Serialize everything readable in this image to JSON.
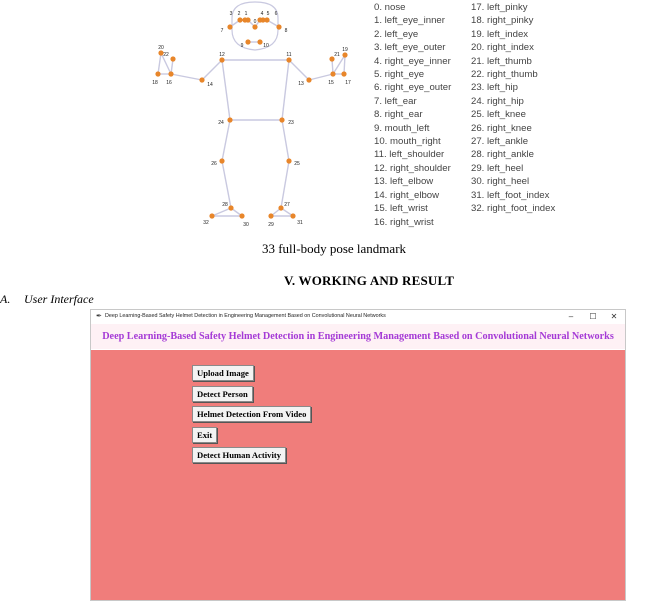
{
  "figure": {
    "landmark_column_1": [
      "0. nose",
      "1. left_eye_inner",
      "2. left_eye",
      "3. left_eye_outer",
      "4. right_eye_inner",
      "5. right_eye",
      "6. right_eye_outer",
      "7. left_ear",
      "8. right_ear",
      "9. mouth_left",
      "10. mouth_right",
      "11. left_shoulder",
      "12. right_shoulder",
      "13. left_elbow",
      "14. right_elbow",
      "15. left_wrist",
      "16. right_wrist"
    ],
    "landmark_column_2": [
      "17. left_pinky",
      "18. right_pinky",
      "19. left_index",
      "20. right_index",
      "21. left_thumb",
      "22. right_thumb",
      "23. left_hip",
      "24. right_hip",
      "25. left_knee",
      "26. right_knee",
      "27. left_ankle",
      "28. right_ankle",
      "29. left_heel",
      "30. right_heel",
      "31. left_foot_index",
      "32. right_foot_index"
    ],
    "point_numbers": [
      "0",
      "1",
      "2",
      "3",
      "4",
      "5",
      "6",
      "7",
      "8",
      "9",
      "10",
      "11",
      "12",
      "13",
      "14",
      "15",
      "16",
      "17",
      "18",
      "19",
      "20",
      "21",
      "22",
      "23",
      "24",
      "25",
      "26",
      "27",
      "28",
      "29",
      "30",
      "31",
      "32"
    ],
    "caption": "33 full-body pose landmark",
    "landmark_color": "#e8862a",
    "line_color": "#c9c9e0"
  },
  "section_heading": "V.   WORKING AND RESULT",
  "subsection": {
    "number": "A.",
    "title": "User Interface"
  },
  "app": {
    "window_title": "Deep Learning-Based Safety Helmet Detection in Engineering Management Based on Convolutional Neural Networks",
    "minimize_glyph": "–",
    "maximize_glyph": "☐",
    "close_glyph": "✕",
    "header_title": "Deep Learning-Based Safety Helmet Detection in Engineering Management Based on Convolutional Neural Networks",
    "header_color": "#a53ad6",
    "body_color": "#f07d7b",
    "buttons": [
      "Upload Image",
      "Detect Person",
      "Helmet Detection From Video",
      "Exit",
      "Detect Human Activity"
    ]
  }
}
